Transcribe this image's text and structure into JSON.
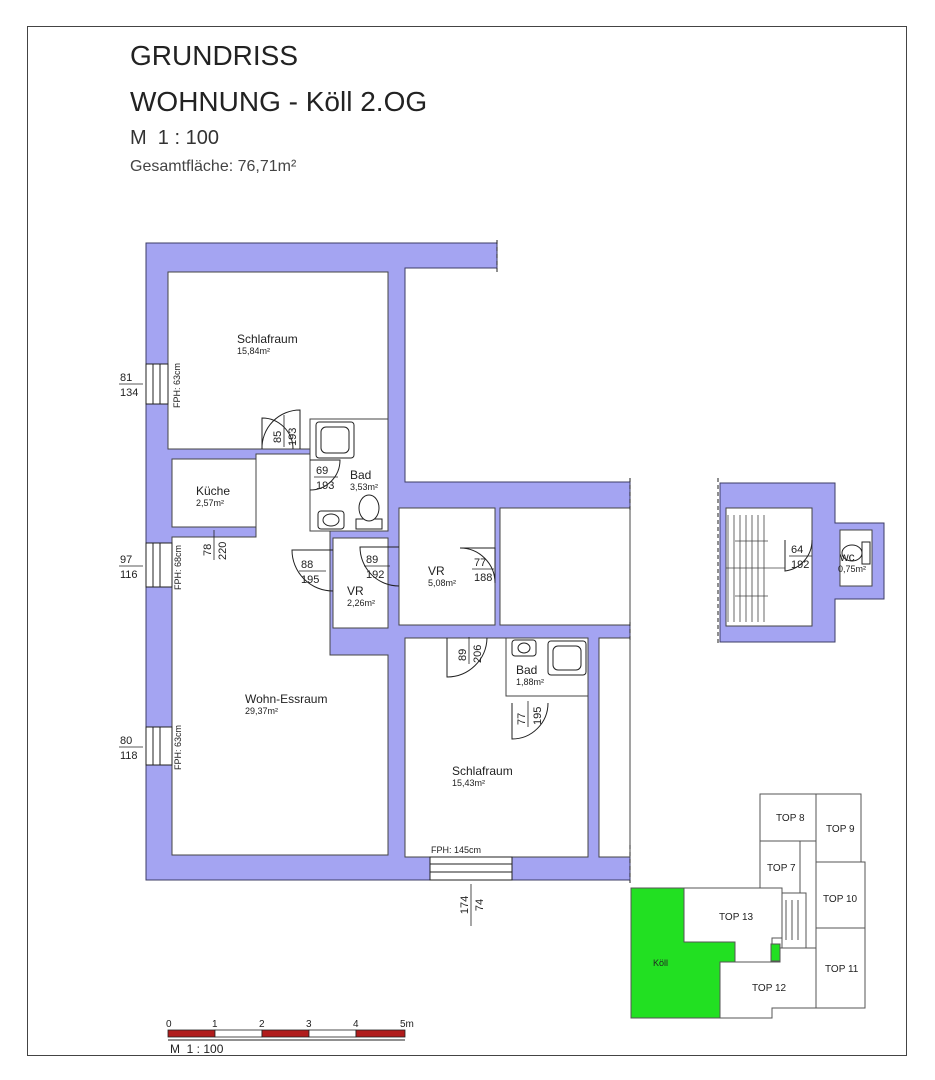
{
  "header": {
    "title": "GRUNDRISS",
    "subtitle": "WOHNUNG - Köll 2.OG",
    "scale": "M  1 : 100",
    "total_area": "Gesamtfläche: 76,71m²"
  },
  "colors": {
    "wall": "#a4a4f2",
    "wall_stroke": "#3c3c66",
    "highlight": "#22e022",
    "scalebar_red": "#b01c1c",
    "line": "#222222"
  },
  "rooms": [
    {
      "key": "schlaf1",
      "name": "Schlafraum",
      "area": "15,84m²"
    },
    {
      "key": "kueche",
      "name": "Küche",
      "area": "2,57m²"
    },
    {
      "key": "bad1",
      "name": "Bad",
      "area": "3,53m²"
    },
    {
      "key": "vr1",
      "name": "VR",
      "area": "2,26m²"
    },
    {
      "key": "vr2",
      "name": "VR",
      "area": "5,08m²"
    },
    {
      "key": "wohn",
      "name": "Wohn-Essraum",
      "area": "29,37m²"
    },
    {
      "key": "bad2",
      "name": "Bad",
      "area": "1,88m²"
    },
    {
      "key": "schlaf2",
      "name": "Schlafraum",
      "area": "15,43m²"
    },
    {
      "key": "wc",
      "name": "wc",
      "area": "0,75m²"
    }
  ],
  "windows": [
    {
      "width": "81",
      "height": "134",
      "fph": "FPH: 63cm"
    },
    {
      "width": "97",
      "height": "116",
      "fph": "FPH: 68cm"
    },
    {
      "width": "80",
      "height": "118",
      "fph": "FPH: 63cm"
    },
    {
      "width": "174",
      "height": "74",
      "fph": "FPH: 145cm"
    }
  ],
  "doors": [
    {
      "width": "85",
      "height": "193"
    },
    {
      "width": "69",
      "height": "193"
    },
    {
      "width": "78",
      "height": "220"
    },
    {
      "width": "88",
      "height": "195"
    },
    {
      "width": "89",
      "height": "192"
    },
    {
      "width": "77",
      "height": "188"
    },
    {
      "width": "89",
      "height": "206"
    },
    {
      "width": "77",
      "height": "195"
    },
    {
      "width": "64",
      "height": "192"
    }
  ],
  "keyplan": {
    "units": [
      {
        "key": "top8",
        "label": "TOP 8"
      },
      {
        "key": "top9",
        "label": "TOP 9"
      },
      {
        "key": "top7",
        "label": "TOP 7"
      },
      {
        "key": "top10",
        "label": "TOP 10"
      },
      {
        "key": "top13",
        "label": "TOP 13"
      },
      {
        "key": "koell",
        "label": "Köll"
      },
      {
        "key": "top11",
        "label": "TOP 11"
      },
      {
        "key": "top12",
        "label": "TOP 12"
      }
    ]
  },
  "scalebar": {
    "ticks": [
      "0",
      "1",
      "2",
      "3",
      "4",
      "5m"
    ],
    "caption": "M  1 : 100"
  }
}
